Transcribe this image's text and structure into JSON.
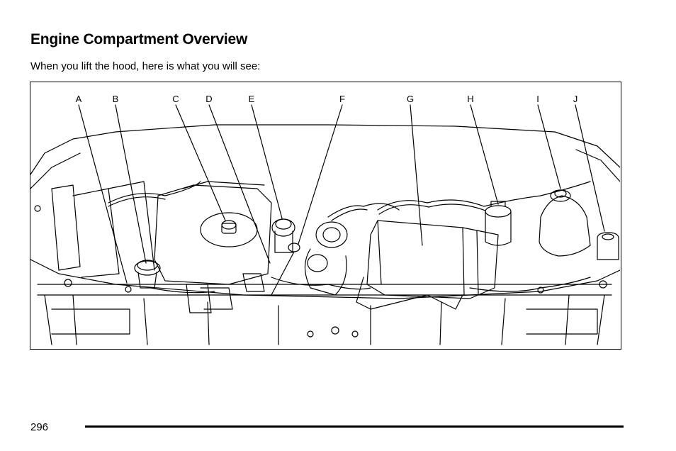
{
  "heading": "Engine Compartment Overview",
  "intro": "When you lift the hood, here is what you will see:",
  "callouts": [
    "A",
    "B",
    "C",
    "D",
    "E",
    "F",
    "G",
    "H",
    "I",
    "J"
  ],
  "page_number": "296"
}
